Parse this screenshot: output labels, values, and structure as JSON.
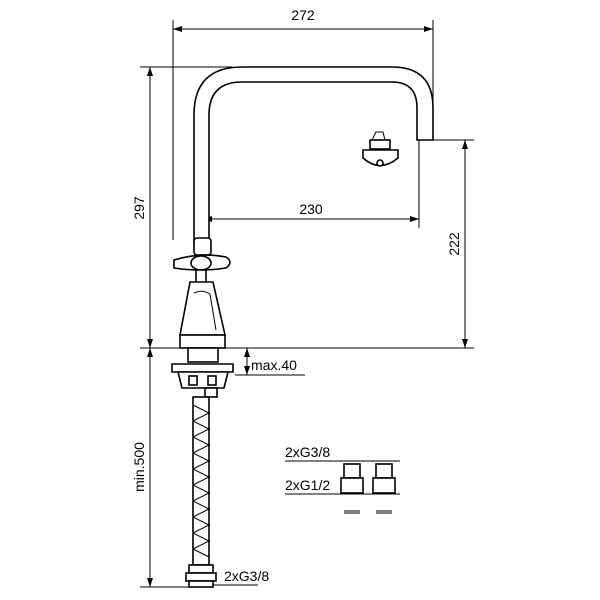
{
  "dimensions": {
    "overall_width": "272",
    "spout_reach": "230",
    "overall_height": "297",
    "spout_height": "222",
    "max_deck_thickness": "max.40",
    "hose_length": "min.500"
  },
  "connections": {
    "hose_thread": "2xG3/8",
    "adapter_thread_top": "2xG3/8",
    "adapter_thread_bottom": "2xG1/2"
  }
}
